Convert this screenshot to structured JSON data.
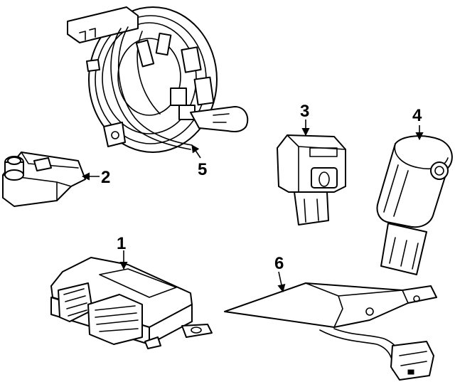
{
  "diagram": {
    "parts": [
      {
        "number": "1"
      },
      {
        "number": "2"
      },
      {
        "number": "3"
      },
      {
        "number": "4"
      },
      {
        "number": "5"
      },
      {
        "number": "6"
      }
    ]
  }
}
